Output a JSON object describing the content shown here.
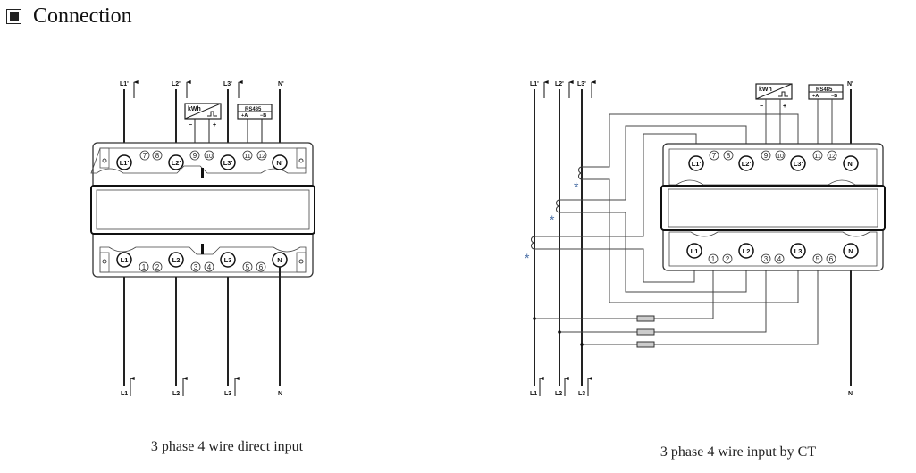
{
  "heading": {
    "icon": "filled-square-icon",
    "title": "Connection"
  },
  "diagram_left": {
    "caption": "3 phase 4 wire direct input",
    "top_labels": [
      "L1'",
      "L2'",
      "L3'",
      "N'"
    ],
    "bottom_labels": [
      "L1",
      "L2",
      "L3",
      "N"
    ],
    "top_terminals": [
      "L1'",
      "L2'",
      "L3'",
      "N'"
    ],
    "bottom_terminals": [
      "L1",
      "L2",
      "L3",
      "N"
    ],
    "top_small": [
      "7",
      "8",
      "9",
      "10",
      "11",
      "12"
    ],
    "bottom_small": [
      "1",
      "2",
      "3",
      "4",
      "5",
      "6"
    ],
    "pulse_box": {
      "label": "kWh",
      "minus": "−",
      "plus": "+"
    },
    "rs485_box": {
      "label": "RS485",
      "a": "+A",
      "b": "−B"
    }
  },
  "diagram_right": {
    "caption": "3 phase 4 wire input by CT",
    "top_labels": [
      "L1'",
      "L2'",
      "L3'",
      "N'"
    ],
    "bottom_labels": [
      "L1",
      "L2",
      "L3",
      "N"
    ],
    "top_terminals": [
      "L1'",
      "L2'",
      "L3'",
      "N'"
    ],
    "bottom_terminals": [
      "L1",
      "L2",
      "L3",
      "N"
    ],
    "top_small": [
      "7",
      "8",
      "9",
      "10",
      "11",
      "12"
    ],
    "bottom_small": [
      "1",
      "2",
      "3",
      "4",
      "5",
      "6"
    ],
    "pulse_box": {
      "label": "kWh",
      "minus": "−",
      "plus": "+"
    },
    "rs485_box": {
      "label": "RS485",
      "a": "+A",
      "b": "−B"
    },
    "ct_marker": "*"
  }
}
